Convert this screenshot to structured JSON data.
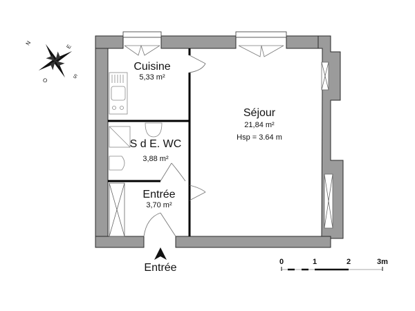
{
  "plan": {
    "rooms": [
      {
        "id": "cuisine",
        "name": "Cuisine",
        "area": "5,33 m²"
      },
      {
        "id": "sde-wc",
        "name": "S d E. WC",
        "area": "3,88 m²"
      },
      {
        "id": "entree",
        "name": "Entrée",
        "area": "3,70 m²"
      },
      {
        "id": "sejour",
        "name": "Séjour",
        "area": "21,84 m²",
        "height": "Hsp = 3.64 m"
      }
    ],
    "entrance_label": "Entrée",
    "compass": {
      "n": "N",
      "e": "E",
      "s": "S",
      "o": "O"
    },
    "scale": {
      "ticks": [
        "0",
        "1",
        "2",
        "3m"
      ]
    },
    "colors": {
      "wall": "#9b9b9b",
      "wall_stroke": "#2a2a2a",
      "fixture": "#888888",
      "partition": "#000000"
    }
  }
}
